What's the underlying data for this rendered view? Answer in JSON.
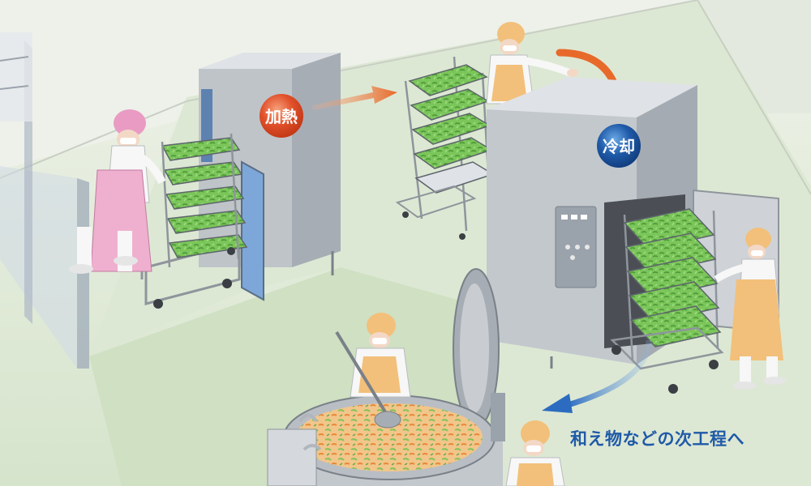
{
  "scene": {
    "steps": {
      "heating_label": "加熱",
      "cooling_label": "冷却",
      "next_step_caption": "和え物などの次工程へ"
    },
    "colors": {
      "heating_badge": "#e0502a",
      "cooling_badge": "#1f5aa8",
      "arrow_orange": "#e86a2a",
      "arrow_blue": "#2c6cc0",
      "floor_green": "#d8e6cf",
      "machine_gray": "#c9cdd2",
      "vegetable_green": "#7bc65a"
    }
  }
}
